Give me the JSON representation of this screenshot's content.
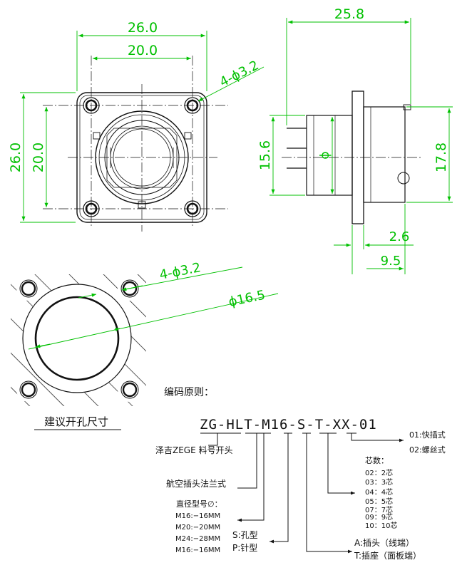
{
  "colors": {
    "dimension": "#00c000",
    "outline": "#111111",
    "centerline": "#111111"
  },
  "front_view": {
    "dim_width_outer": "26.0",
    "dim_width_inner": "20.0",
    "dim_height_outer": "26.0",
    "dim_height_inner": "20.0",
    "dim_holes": "4-ϕ3.2"
  },
  "side_view": {
    "dim_length": "25.8",
    "dim_body_dia": "15.6",
    "dim_phi": "ϕ",
    "dim_flange_height": "17.8",
    "dim_flange_thick": "2.6",
    "dim_rear": "9.5"
  },
  "cutout": {
    "dim_holes": "4-ϕ3.2",
    "dim_bore": "ϕ16.5",
    "caption": "建议开孔尺寸"
  },
  "coding": {
    "title": "编码原则：",
    "part_number": {
      "seg1": "ZG-HLT-M16-S-T-XX-01"
    },
    "brand": "泽吉ZEGE 料号开头",
    "series": "航空插头法兰式",
    "diameter_title": "直径型号∅：",
    "diameters": [
      "M16:−16MM",
      "M20:−20MM",
      "M24:−28MM",
      "M16:−16MM"
    ],
    "contact_types": [
      "S:孔型",
      "P:针型"
    ],
    "mount_types": [
      "A:插头（线端）",
      "T:插座（面板端）"
    ],
    "cores_title": "芯数：",
    "cores": [
      "02：2芯",
      "03：3芯",
      "04：4芯",
      "05：5芯",
      "07：7芯",
      "09：9芯",
      "10：10芯"
    ],
    "suffix": [
      "01:快插式",
      "02:螺丝式"
    ]
  }
}
